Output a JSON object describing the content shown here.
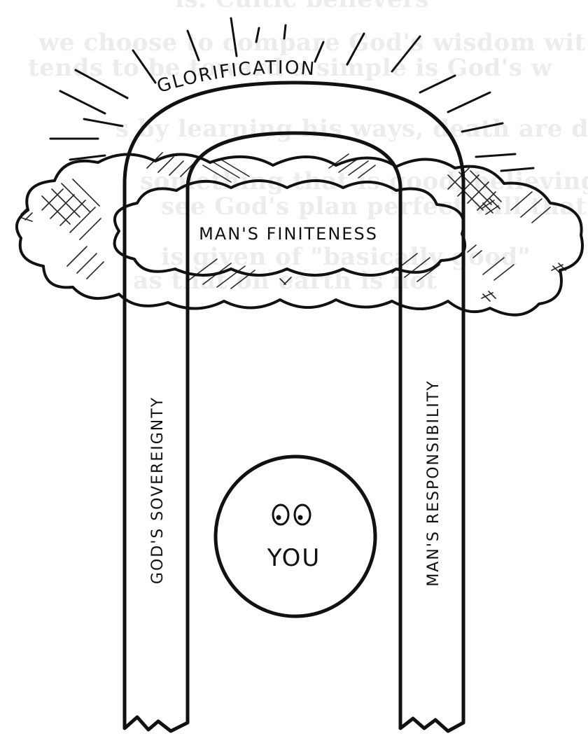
{
  "background_text": [
    "is. Cultic believers",
    "we choose to compare God's wisdom wit",
    "tends to be toward a simple is God's w",
    "s by learning his ways, death are d",
    "something that is good, believing",
    "see God's plan perfect will that",
    "is given of \"basically good\"",
    "as that on earth is not"
  ],
  "diagram": {
    "arch_label": "GLORIFICATION",
    "cloud_label": "MAN'S FINITENESS",
    "left_pillar_label": "GOD'S SOVEREIGNTY",
    "right_pillar_label": "MAN'S RESPONSIBILITY",
    "center_label": "YOU"
  },
  "colors": {
    "ink": "#111111",
    "paper": "#ffffff",
    "bleed_text": "#ececec"
  },
  "icons": [
    "sun-ray-icon",
    "cloud-icon",
    "eyes-icon"
  ]
}
